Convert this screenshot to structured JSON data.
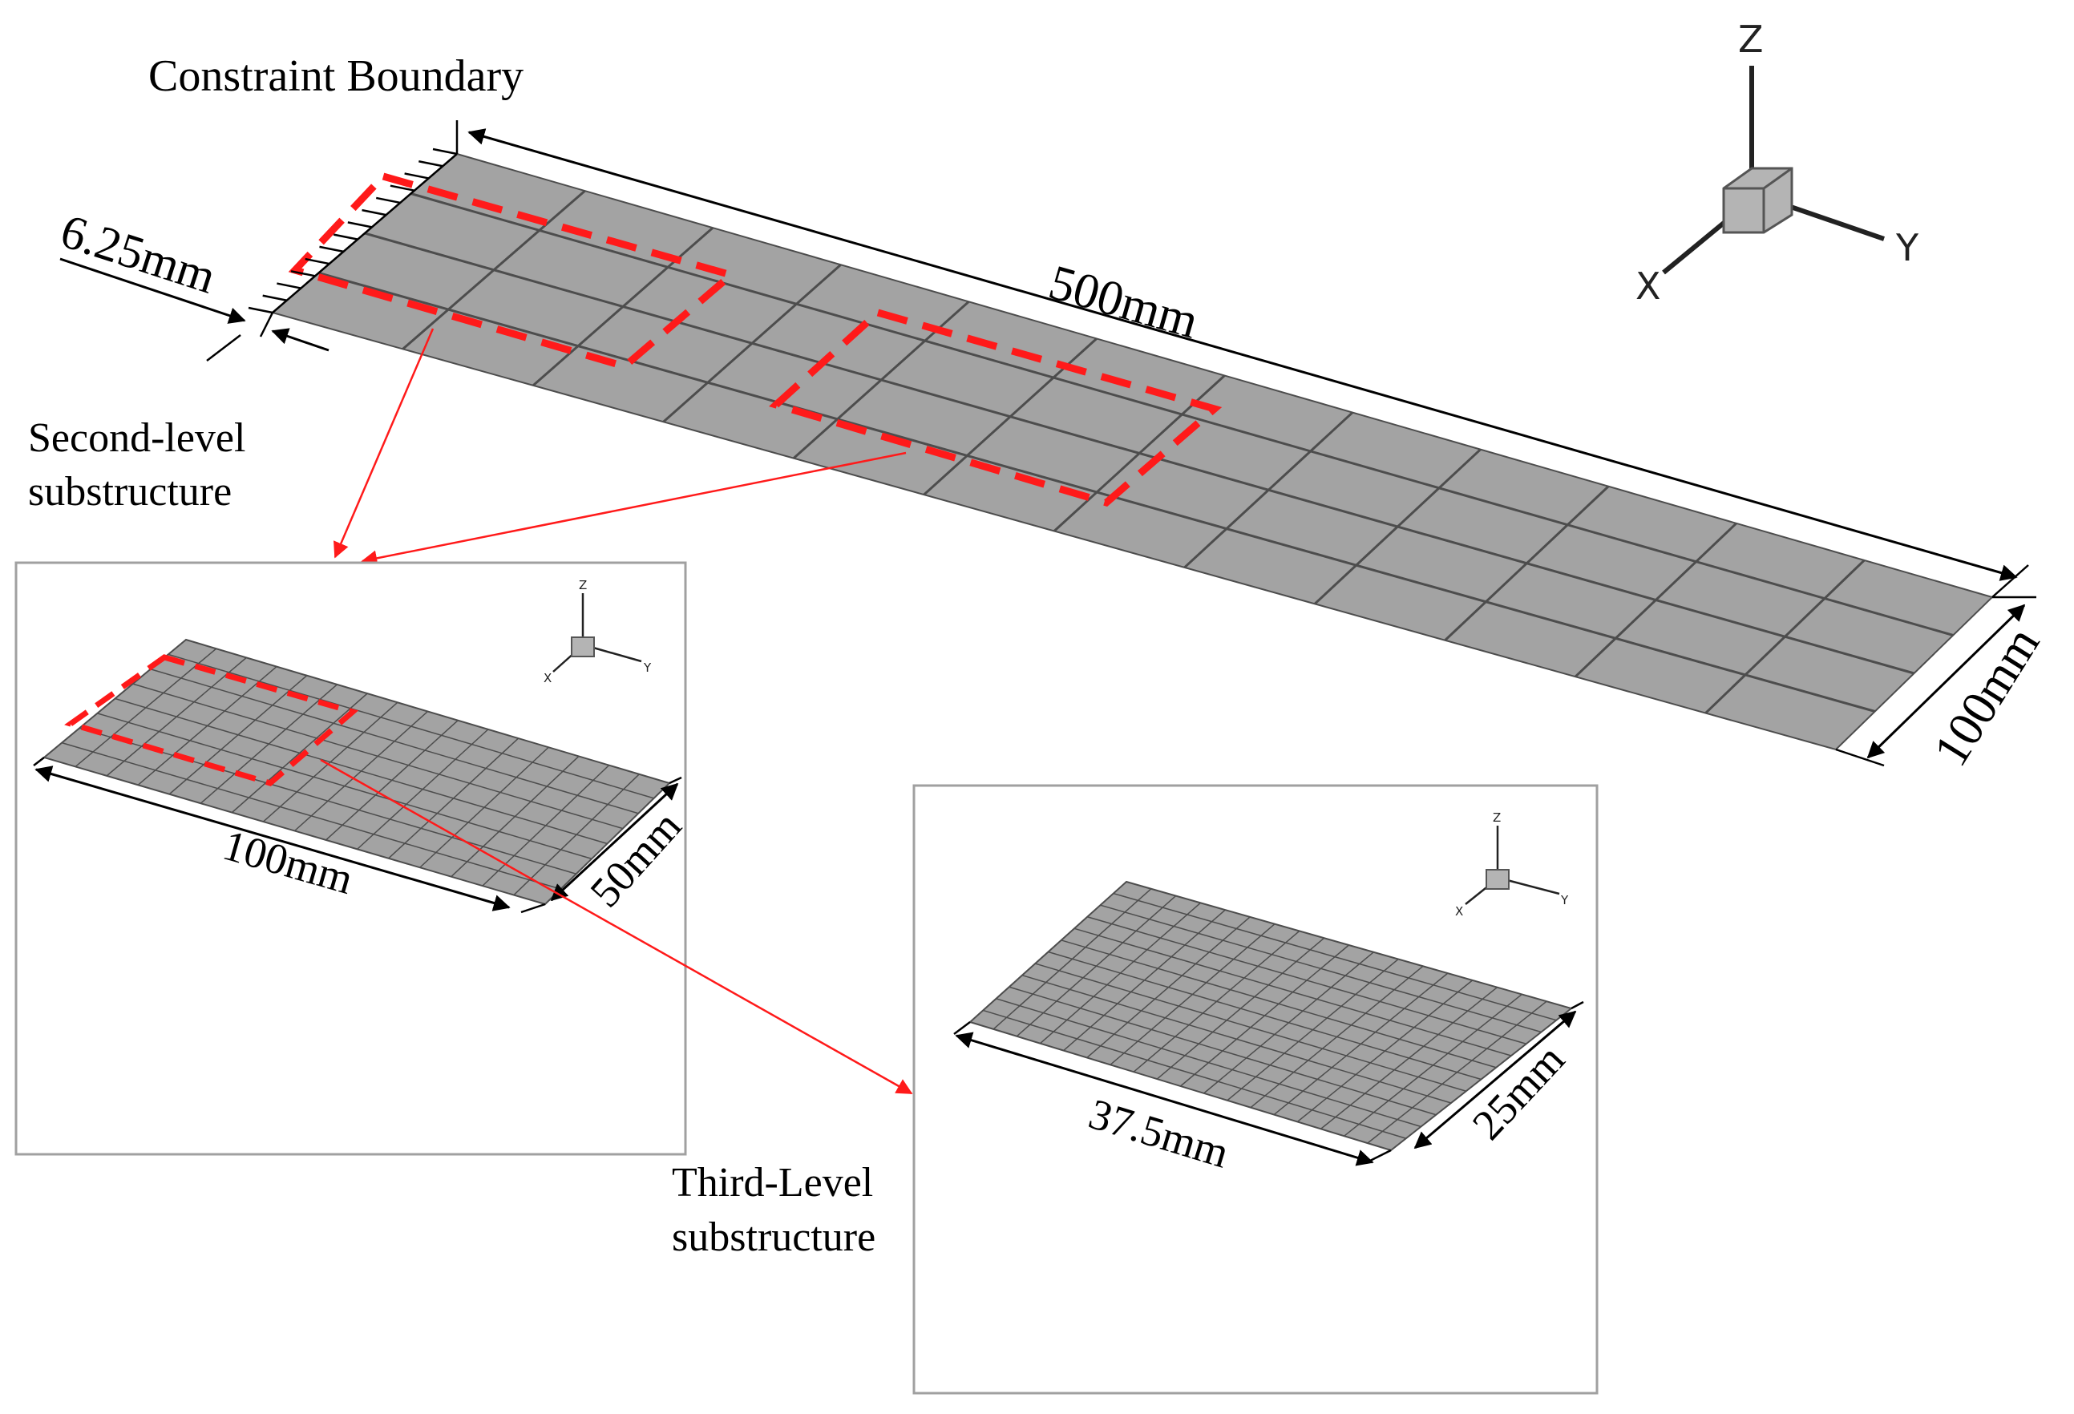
{
  "labels": {
    "constraint_boundary": "Constraint Boundary",
    "second_level_line1": "Second-level",
    "second_level_line2": "substructure",
    "third_level_line1": "Third-Level",
    "third_level_line2": "substructure"
  },
  "dimensions": {
    "main_length": "500mm",
    "main_width": "100mm",
    "edge_offset": "6.25mm",
    "second_length": "100mm",
    "second_width": "50mm",
    "third_length": "37.5mm",
    "third_width": "25mm"
  },
  "axes": {
    "x": "X",
    "y": "Y",
    "z": "Z"
  },
  "colors": {
    "plate": "#a3a3a3",
    "grid_lines": "#4d4d4d",
    "highlight": "#ff1a1a",
    "dimension": "#000000"
  }
}
